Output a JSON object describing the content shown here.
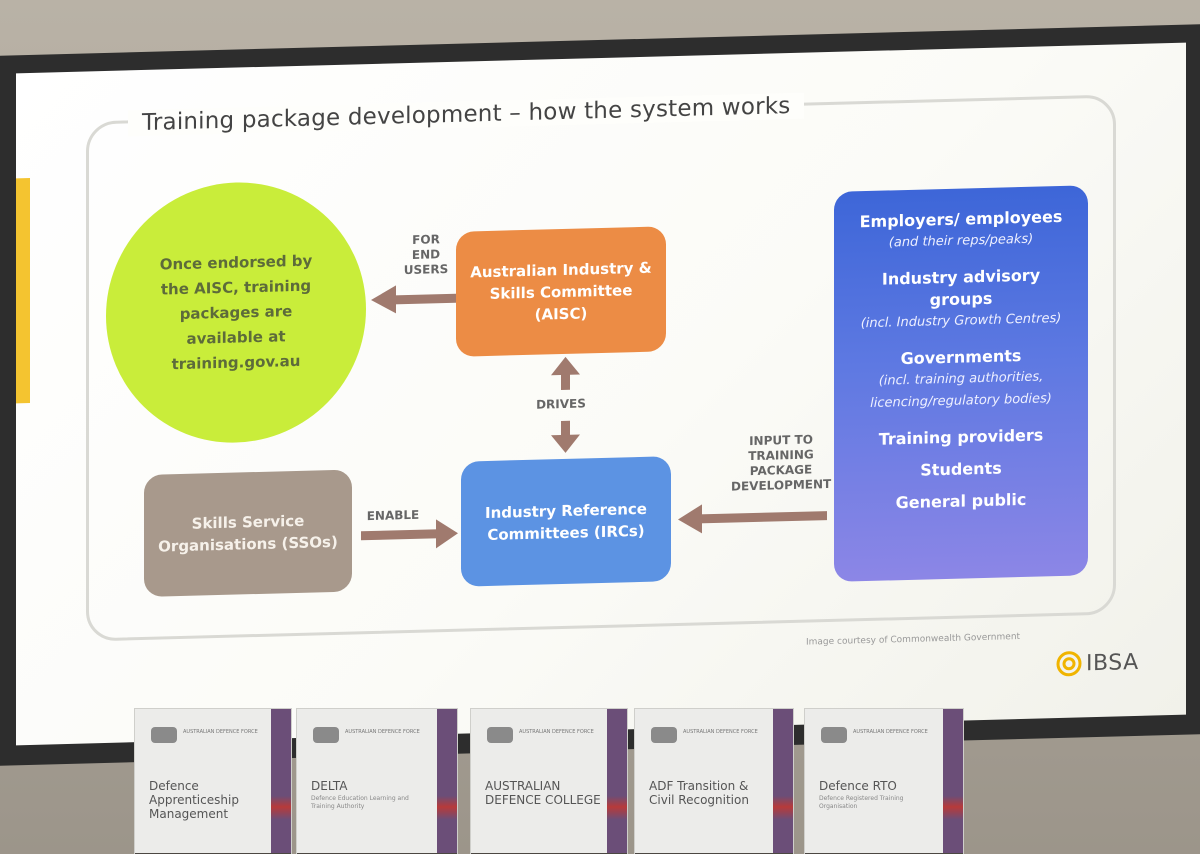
{
  "slide": {
    "title": "Training package development – how the system works",
    "circle_text": "Once endorsed by the AISC, training packages are available at training.gov.au",
    "aisc": "Australian Industry & Skills Committee (AISC)",
    "irc": "Industry Reference Committees (IRCs)",
    "sso": "Skills Service Organisations (SSOs)",
    "labels": {
      "for_end_users": "FOR END USERS",
      "drives": "DRIVES",
      "enable": "ENABLE",
      "input": "INPUT TO TRAINING PACKAGE DEVELOPMENT"
    },
    "stakeholders": {
      "employers": "Employers/ employees",
      "employers_note": "(and their reps/peaks)",
      "industry": "Industry advisory groups",
      "industry_note": "(incl. Industry Growth Centres)",
      "governments": "Governments",
      "governments_note": "(incl. training authorities, licencing/regulatory bodies)",
      "providers": "Training providers",
      "students": "Students",
      "public": "General public"
    },
    "credit": "Image courtesy of Commonwealth Government",
    "logo": "IBSA"
  },
  "brochures": [
    {
      "org": "AUSTRALIAN DEFENCE FORCE",
      "title": "Defence Apprenticeship Management",
      "sub": ""
    },
    {
      "org": "AUSTRALIAN DEFENCE FORCE",
      "title": "DELTA",
      "sub": "Defence Education Learning and Training Authority"
    },
    {
      "org": "AUSTRALIAN DEFENCE FORCE",
      "title": "AUSTRALIAN DEFENCE COLLEGE",
      "sub": ""
    },
    {
      "org": "AUSTRALIAN DEFENCE FORCE",
      "title": "ADF Transition & Civil Recognition",
      "sub": ""
    },
    {
      "org": "AUSTRALIAN DEFENCE FORCE",
      "title": "Defence RTO",
      "sub": "Defence Registered Training Organisation"
    }
  ],
  "colors": {
    "aisc": "#ec8c45",
    "irc": "#5c93e3",
    "sso": "#a8998c",
    "circle": "#c9ed3a",
    "stakeholders": "#3d66d8",
    "arrow": "#a07a6e"
  }
}
